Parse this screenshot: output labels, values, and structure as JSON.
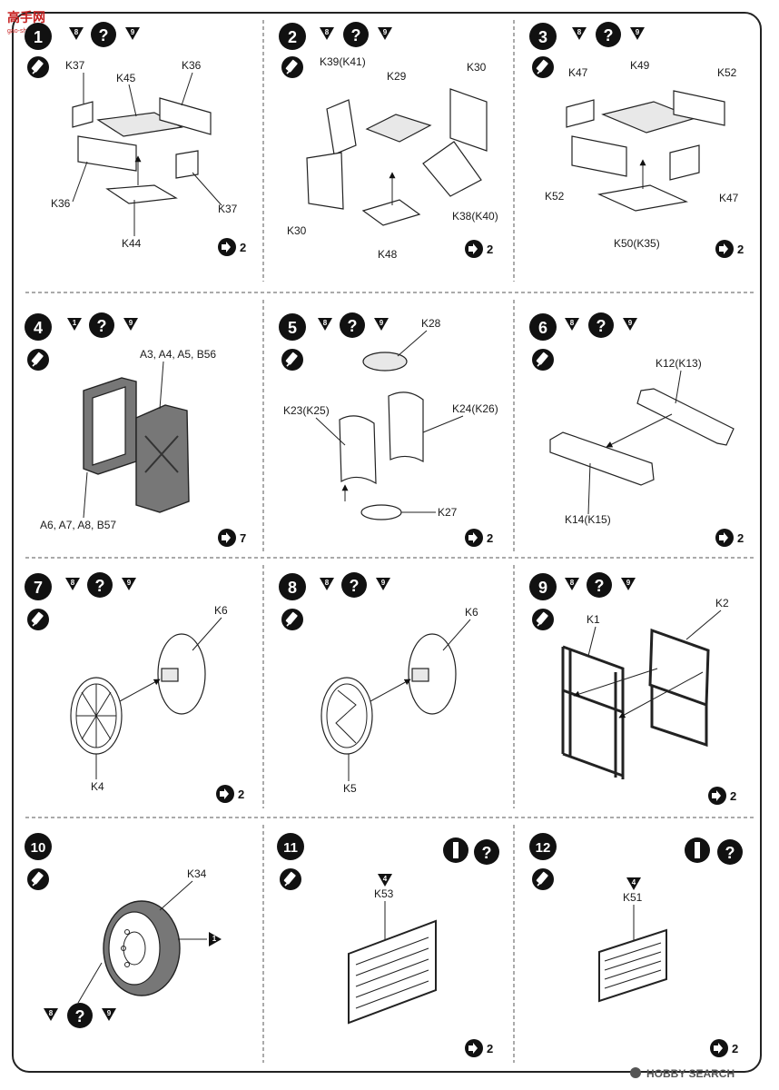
{
  "watermark": {
    "logo_text": "高手网",
    "url_text": "gao-shou.com"
  },
  "footer": {
    "site": "HOBBY SEARCH"
  },
  "steps": [
    {
      "number": "1",
      "tri_left": "8",
      "tri_right": "9",
      "parts": [
        "K37",
        "K45",
        "K36",
        "K36",
        "K37",
        "K44"
      ],
      "count": "2"
    },
    {
      "number": "2",
      "tri_left": "8",
      "tri_right": "9",
      "parts": [
        "K39(K41)",
        "K29",
        "K30",
        "K30",
        "K38(K40)",
        "K48"
      ],
      "count": "2"
    },
    {
      "number": "3",
      "tri_left": "8",
      "tri_right": "9",
      "parts": [
        "K47",
        "K49",
        "K52",
        "K52",
        "K47",
        "K50(K35)"
      ],
      "count": "2"
    },
    {
      "number": "4",
      "tri_left": "1",
      "tri_right": "9",
      "parts": [
        "A3, A4, A5, B56",
        "A6, A7, A8, B57"
      ],
      "count": "7"
    },
    {
      "number": "5",
      "tri_left": "8",
      "tri_right": "9",
      "parts": [
        "K28",
        "K23(K25)",
        "K24(K26)",
        "K27"
      ],
      "count": "2"
    },
    {
      "number": "6",
      "tri_left": "8",
      "tri_right": "9",
      "parts": [
        "K12(K13)",
        "K14(K15)"
      ],
      "count": "2"
    },
    {
      "number": "7",
      "tri_left": "8",
      "tri_right": "9",
      "parts": [
        "K6",
        "K4"
      ],
      "count": "2"
    },
    {
      "number": "8",
      "tri_left": "8",
      "tri_right": "9",
      "parts": [
        "K6",
        "K5"
      ],
      "count": "2"
    },
    {
      "number": "9",
      "tri_left": "8",
      "tri_right": "9",
      "parts": [
        "K1",
        "K2"
      ],
      "count": "2"
    },
    {
      "number": "10",
      "tri_a": "1",
      "tri_left": "8",
      "tri_right": "9",
      "parts": [
        "K34"
      ]
    },
    {
      "number": "11",
      "tri_top": "4",
      "parts": [
        "K53"
      ],
      "count": "2"
    },
    {
      "number": "12",
      "tri_top": "4",
      "parts": [
        "K51"
      ],
      "count": "2"
    }
  ]
}
